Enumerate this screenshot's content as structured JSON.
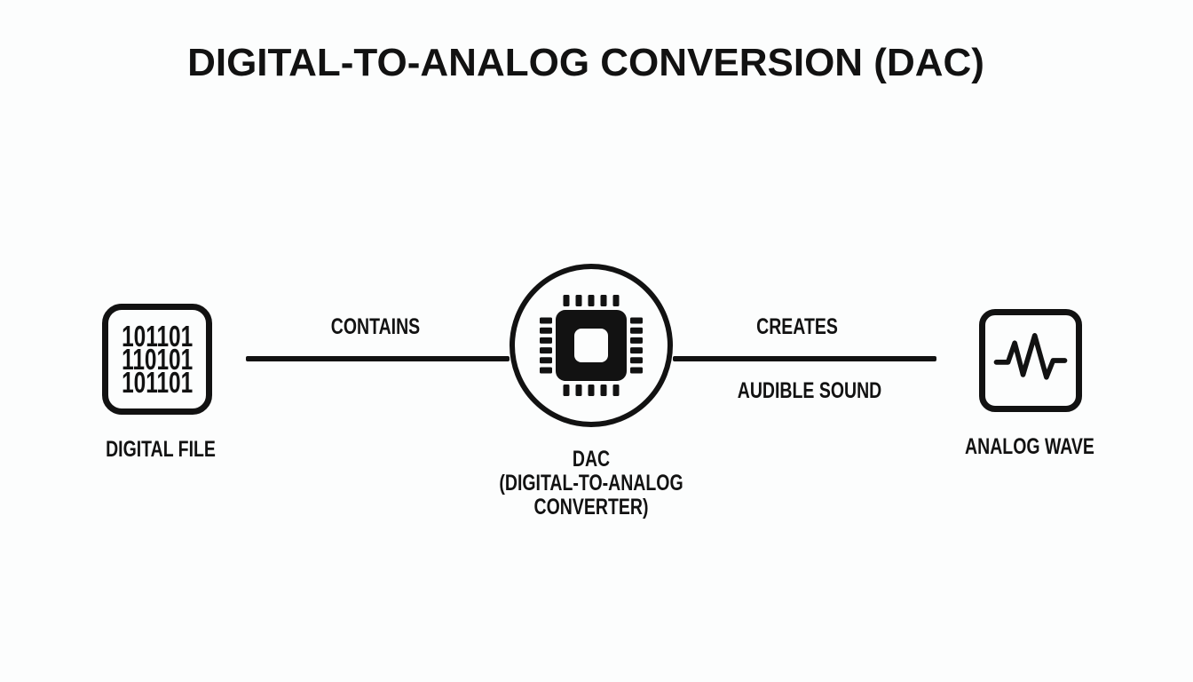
{
  "title": "DIGITAL-TO-ANALOG CONVERSION (DAC)",
  "colors": {
    "ink": "#121212",
    "background": "#fcfdfd"
  },
  "nodes": {
    "digital_file": {
      "label": "DIGITAL FILE",
      "icon": "binary-file-icon",
      "binary_rows": [
        "101101",
        "110101",
        "101101"
      ]
    },
    "dac": {
      "icon": "chip-icon",
      "caption_lines": [
        "DAC",
        "(DIGITAL-TO-ANALOG",
        "CONVERTER)"
      ]
    },
    "analog_wave": {
      "label": "ANALOG WAVE",
      "icon": "waveform-icon"
    }
  },
  "connections": {
    "left": {
      "label": "CONTAINS"
    },
    "right": {
      "label_above": "CREATES",
      "label_below": "AUDIBLE SOUND"
    }
  }
}
